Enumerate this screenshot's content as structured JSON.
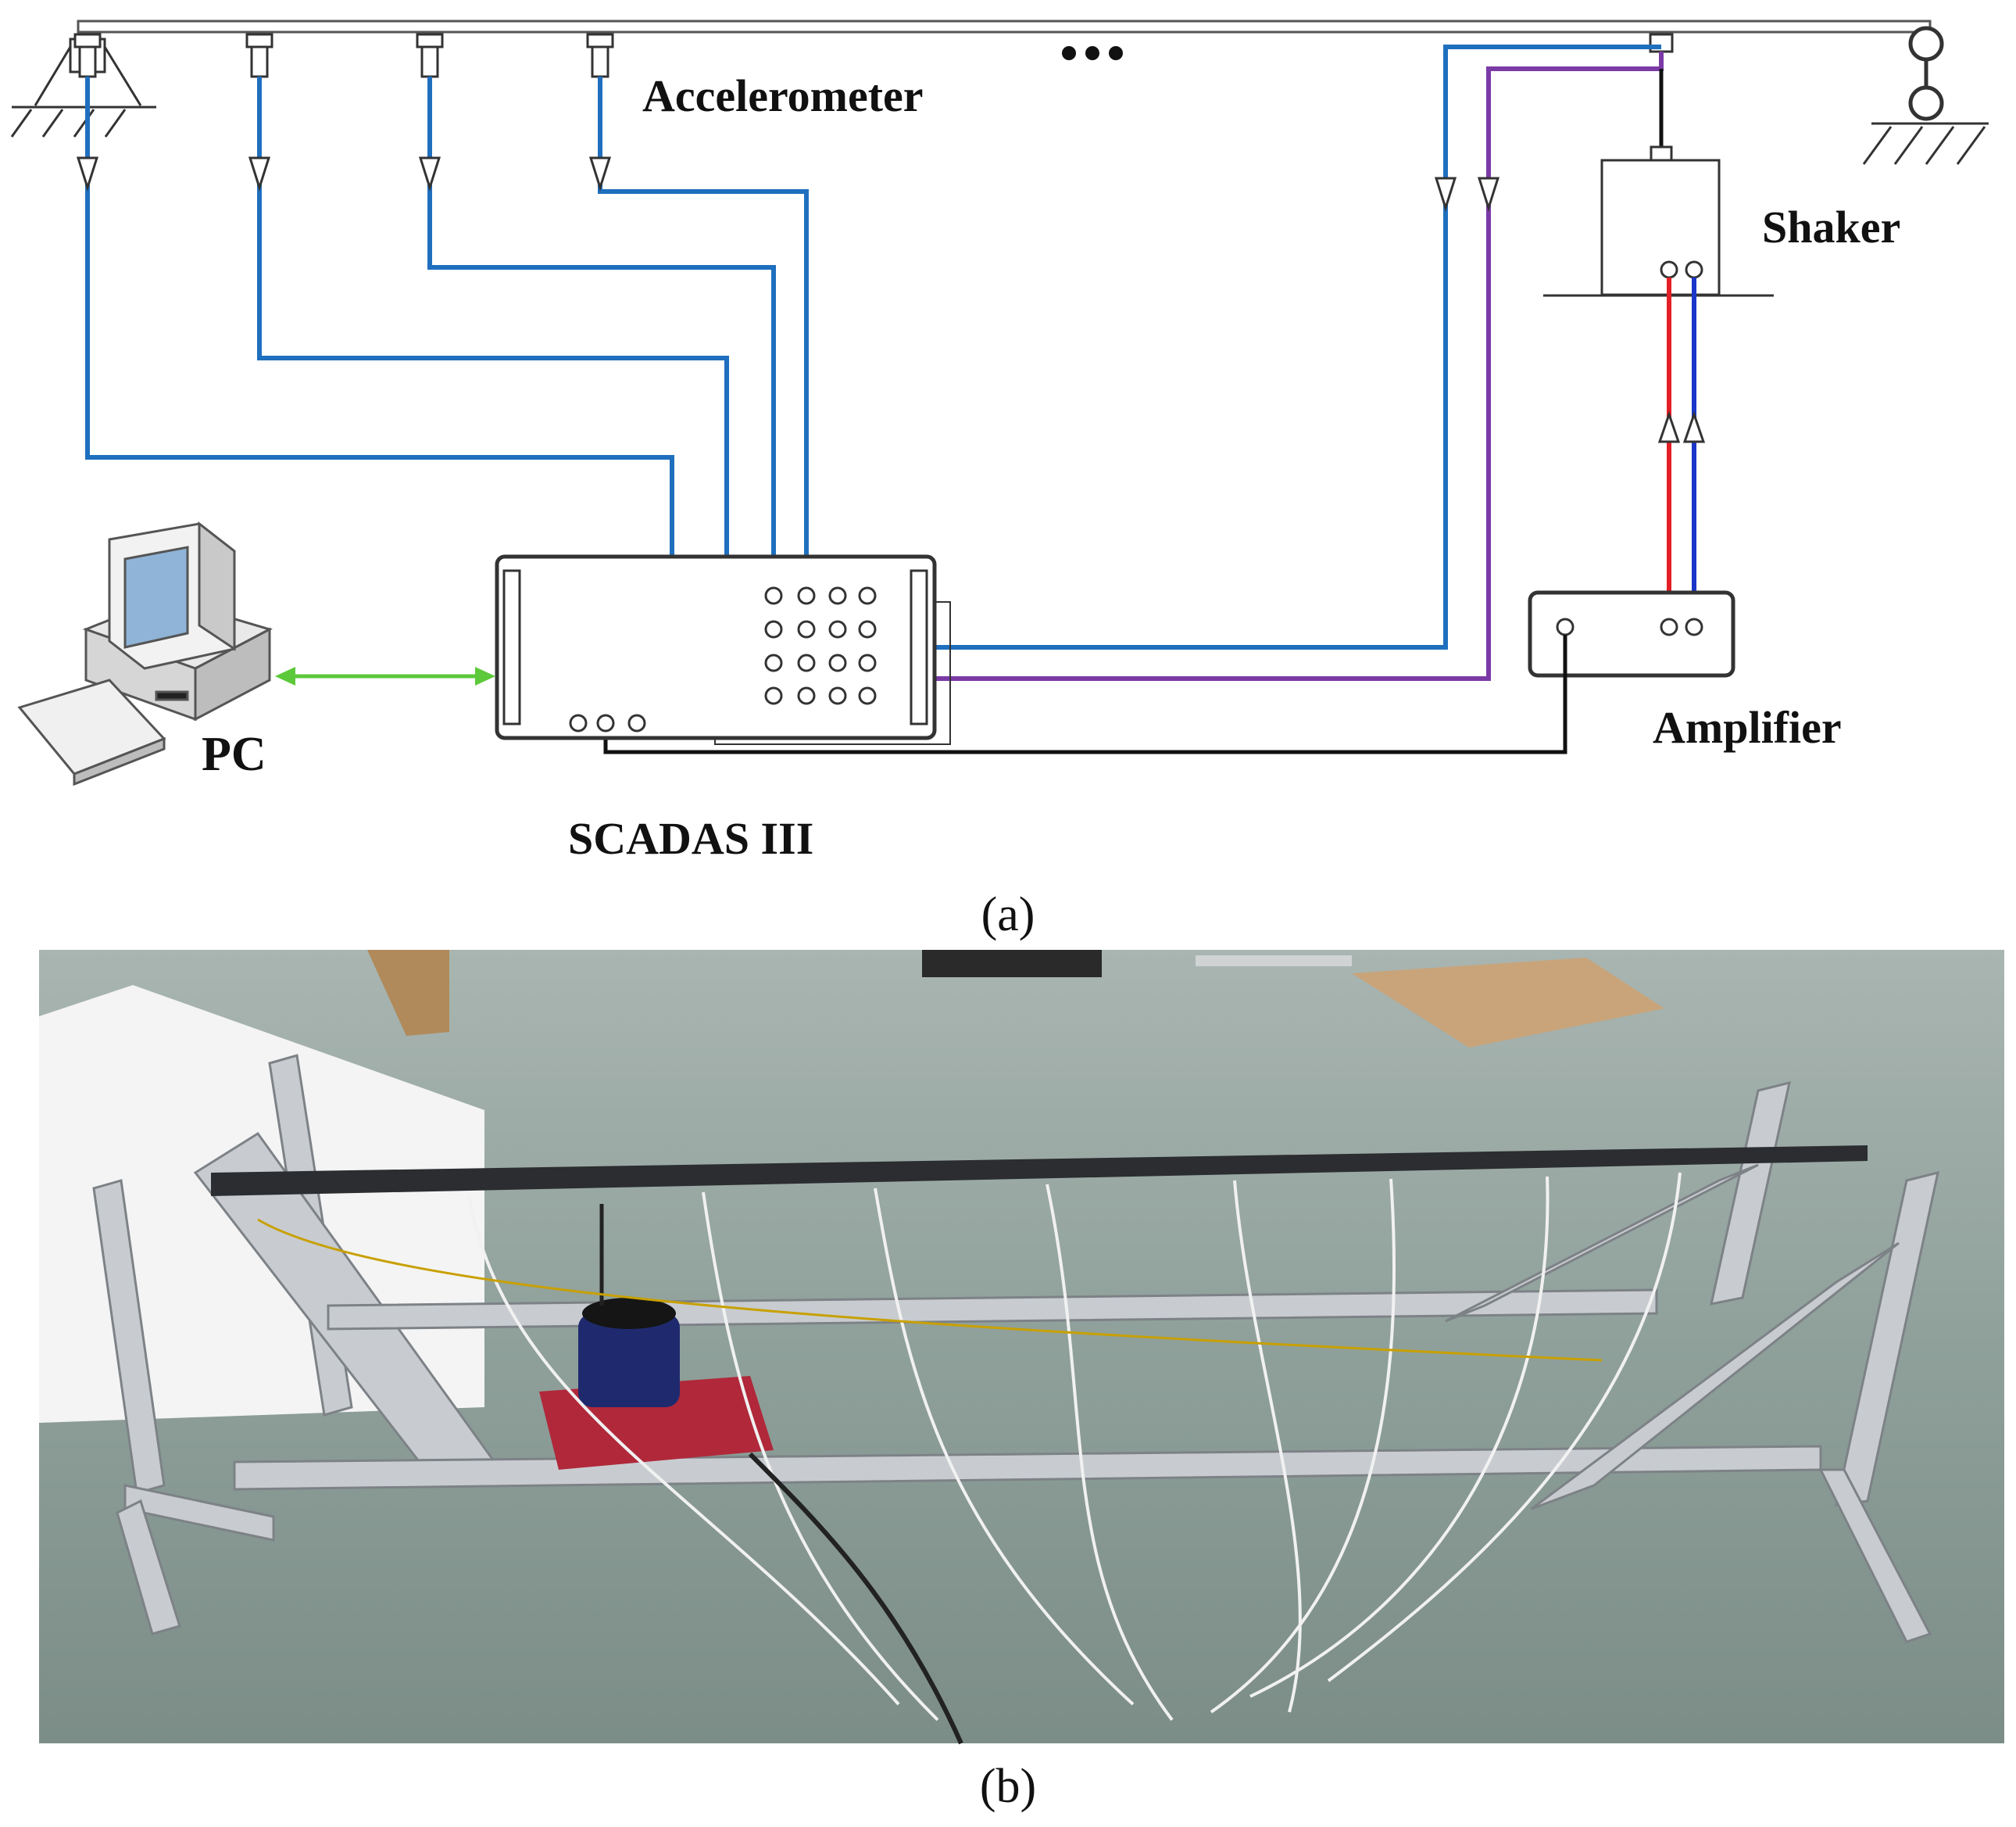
{
  "figure": {
    "panel_a": {
      "caption": "(a)",
      "labels": {
        "accelerometer": "Accelerometer",
        "shaker": "Shaker",
        "amplifier": "Amplifier",
        "pc": "PC",
        "daq": "SCADAS III",
        "ellipsis": "•••"
      }
    },
    "panel_b": {
      "caption": "(b)"
    }
  },
  "colors": {
    "accel_wire": "#1f6fbf",
    "shaker_sense_wire": "#7b3aa6",
    "amp_red_wire": "#e41f26",
    "amp_blue_wire": "#1a35c8",
    "link_green": "#5cc93a",
    "device_outline": "#333333",
    "photo_floor": "#8fa09a"
  }
}
